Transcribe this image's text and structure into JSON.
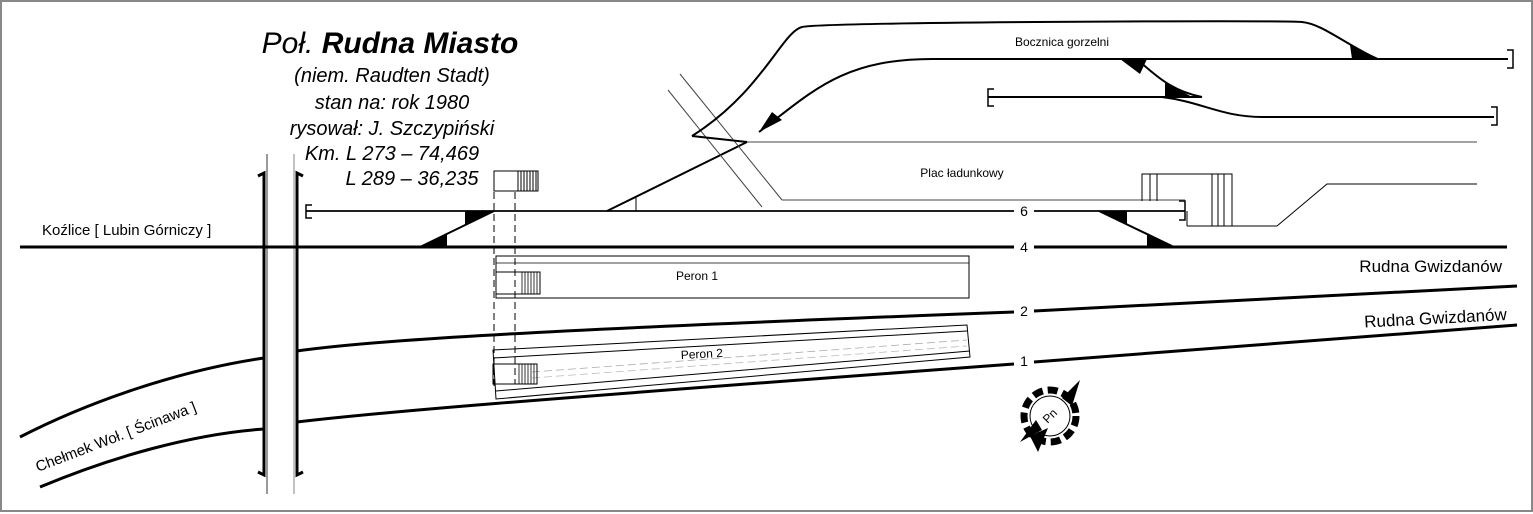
{
  "header": {
    "title_prefix": "Poł.",
    "title_name": "Rudna Miasto",
    "lines": [
      "(niem. Raudten Stadt)",
      "stan na: rok 1980",
      "rysował: J. Szczypiński",
      "Km. L 273 – 74,469",
      "L 289 – 36,235"
    ]
  },
  "directions": {
    "west_upper": "Koźlice [ Lubin Górniczy ]",
    "west_lower": "Chełmek Woł. [ Ścinawa ]",
    "east_track4": "Rudna Gwizdanów",
    "east_track2": "Rudna Gwizdanów"
  },
  "tracks": {
    "track_6": "6",
    "track_4": "4",
    "track_2": "2",
    "track_1": "1"
  },
  "areas": {
    "siding": "Bocznica gorzelni",
    "loading_yard": "Plac ładunkowy",
    "platform_1": "Peron 1",
    "platform_2": "Peron 2"
  },
  "compass": {
    "label": "Pn",
    "meaning": "north"
  }
}
